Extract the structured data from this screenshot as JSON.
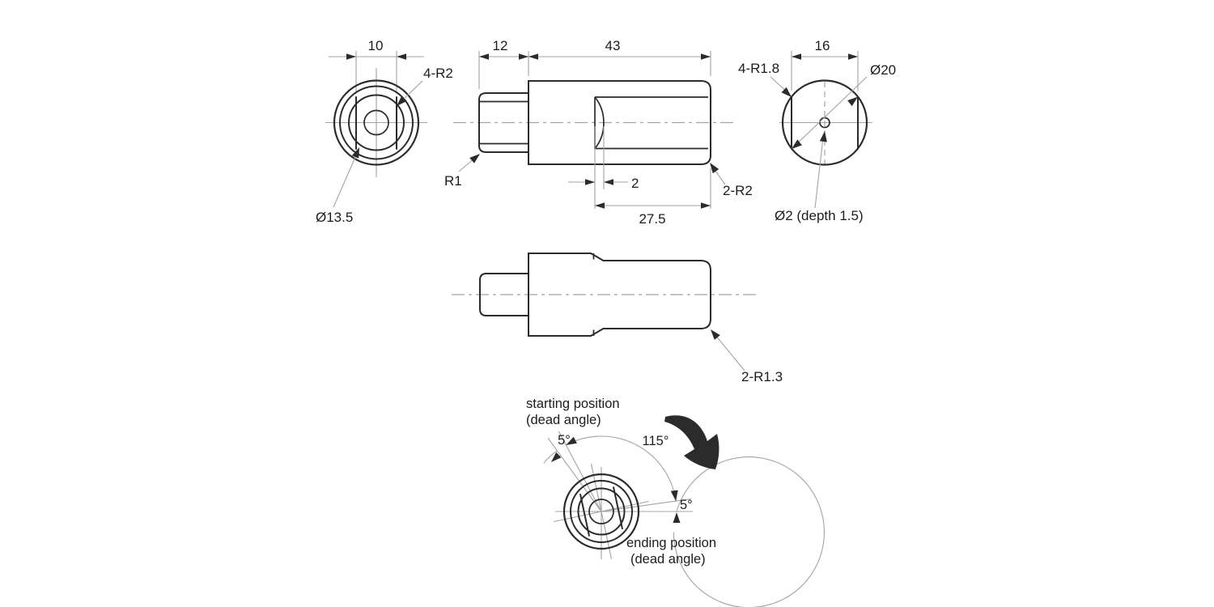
{
  "colors": {
    "outline": "#2b2b2b",
    "thin": "#a3a3a3",
    "text": "#1c1c1c",
    "background": "#ffffff"
  },
  "views": {
    "end_left": {
      "width": "10",
      "fillet": "4-R2",
      "diameter": "Ø13.5"
    },
    "side": {
      "shaft_len": "12",
      "body_len": "43",
      "tip_depth": "2",
      "slot_len": "27.5",
      "shaft_fillet": "R1",
      "body_fillet": "2-R2"
    },
    "end_right": {
      "across_flats": "16",
      "fillet": "4-R1.8",
      "diameter": "Ø20",
      "center_hole": "Ø2 (depth 1.5)"
    },
    "side_rotated": {
      "fillet": "2-R1.3"
    },
    "rotation": {
      "start_1": "starting position",
      "start_2": "(dead angle)",
      "start_dead": "5°",
      "sweep": "115°",
      "end_dead": "5°",
      "end_1": "ending position",
      "end_2": "(dead angle)"
    }
  }
}
